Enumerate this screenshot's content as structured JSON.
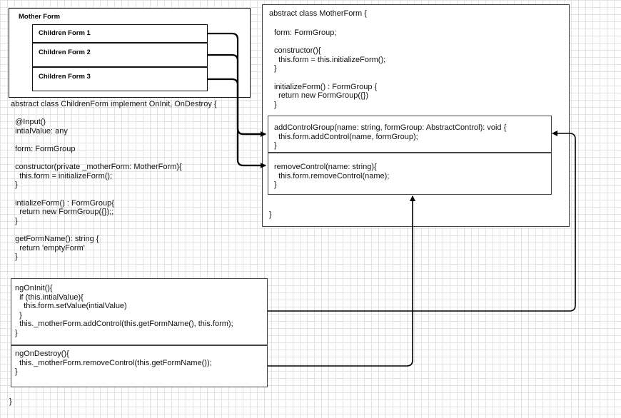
{
  "mother_form_box": {
    "title": "Mother Form",
    "children": [
      "Children Form 1",
      "Children Form 2",
      "Children Form 3"
    ]
  },
  "mother_class": {
    "header": "abstract class MotherForm {",
    "body": "form: FormGroup;\n\nconstructor(){\n  this.form = this.initializeForm();\n}\n\ninitializeForm() : FormGroup {\n  return new FormGroup({})\n}",
    "add_control": "addControlGroup(name: string, formGroup: AbstractControl): void {\n  this.form.addControl(name, formGroup);\n}",
    "remove_control": "removeControl(name: string){\n  this.form.removeControl(name);\n}",
    "closing": "}"
  },
  "children_class": {
    "body": "abstract class ChildrenForm implement OnInit, OnDestroy {\n\n  @Input()\n  intialValue: any\n\n  form: FormGroup\n\n  constructor(private _motherForm: MotherForm){\n    this.form = initializeForm();\n  }\n\n  intializeForm() : FormGroup{\n    return new FormGroup({});;\n  }\n\n  getFormName(): string {\n    return 'emptyForm'\n  }",
    "ng_on_init": "ngOnInit(){\n  if (this.intialValue){\n    this.form.setValue(intialValue)\n  }\n  this._motherForm.addControl(this.getFormName(), this.form);\n}",
    "ng_on_destroy": "ngOnDestroy(){\n  this._motherForm.removeControl(this.getFormName());\n}",
    "closing": "}"
  },
  "colors": {
    "grid": "#e3e3e3",
    "line": "#000000",
    "border": "#444444"
  }
}
